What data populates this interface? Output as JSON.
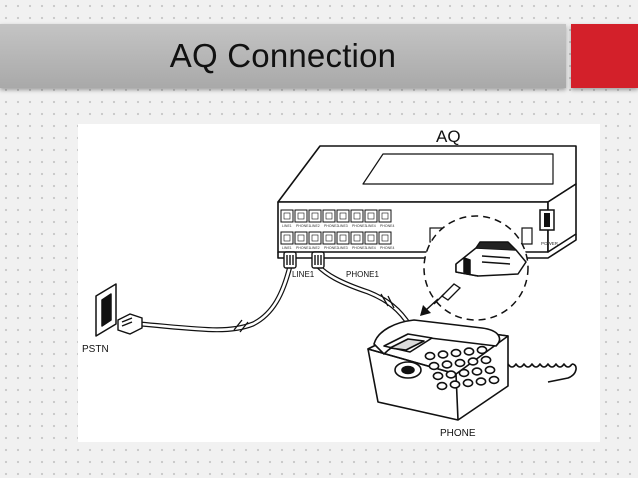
{
  "slide": {
    "title": "AQ Connection",
    "accent_color": "#d3202a"
  },
  "diagram": {
    "device_label": "AQ",
    "port_labels": {
      "line1": "LINE1",
      "phone1": "PHONE1"
    },
    "pstn_label": "PSTN",
    "phone_label": "PHONE",
    "power_label": "POWER",
    "top_port_labels": [
      "LINE1",
      "PHONE1",
      "LINE2",
      "PHONE2",
      "LINE3",
      "PHONE3",
      "LINE4",
      "PHONE4"
    ],
    "bottom_port_labels": [
      "LINE1",
      "PHONE1",
      "LINE2",
      "PHONE2",
      "LINE3",
      "PHONE3",
      "LINE4",
      "PHONE4"
    ]
  }
}
